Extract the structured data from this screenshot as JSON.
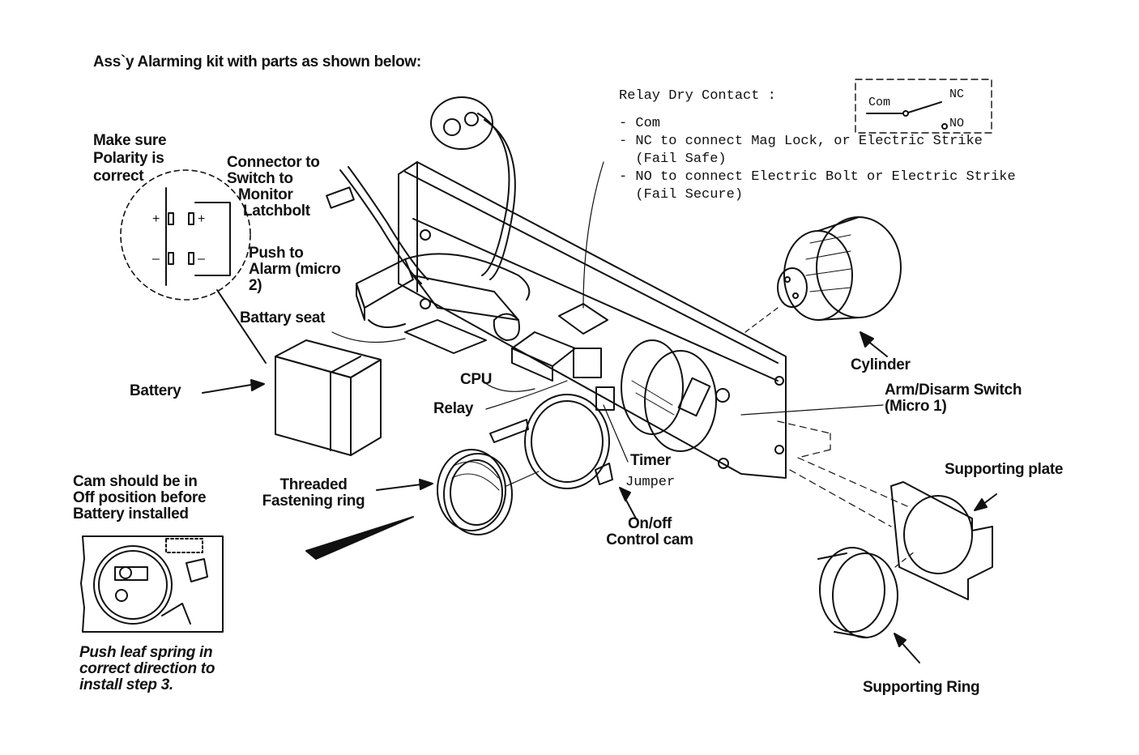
{
  "title": "Ass`y Alarming kit with parts as shown below:",
  "relay_note": {
    "heading": "Relay Dry Contact :",
    "lines": [
      "- Com",
      "- NC to connect Mag Lock, or Electric Strike",
      "  (Fail Safe)",
      "- NO to connect Electric Bolt or Electric Strike",
      "  (Fail Secure)"
    ],
    "schematic": {
      "com": "Com",
      "nc": "NC",
      "no": "NO"
    }
  },
  "polarity": {
    "lines": [
      "Make sure",
      "Polarity is",
      "correct"
    ],
    "plus": "+",
    "minus": "–"
  },
  "labels": {
    "connector": [
      "Connector to",
      "Switch to",
      "Monitor",
      "Latchbolt"
    ],
    "push_alarm": [
      "Push to",
      "Alarm (micro",
      "2)"
    ],
    "battery_seat": "Battary seat",
    "battery": "Battery",
    "cpu": "CPU",
    "relay": "Relay",
    "cylinder": "Cylinder",
    "arm_disarm": [
      "Arm/Disarm Switch",
      "(Micro 1)"
    ],
    "timer": "Timer",
    "jumper": "Jumper",
    "threaded": [
      "Threaded",
      "Fastening ring"
    ],
    "onoff": [
      "On/off",
      "Control cam"
    ],
    "supporting_plate": "Supporting plate",
    "supporting_ring": "Supporting Ring"
  },
  "cam_note": [
    "Cam should be in",
    "Off position before",
    "Battery installed"
  ],
  "leaf_note": [
    "Push leaf spring in",
    "correct direction to",
    "install step 3."
  ]
}
